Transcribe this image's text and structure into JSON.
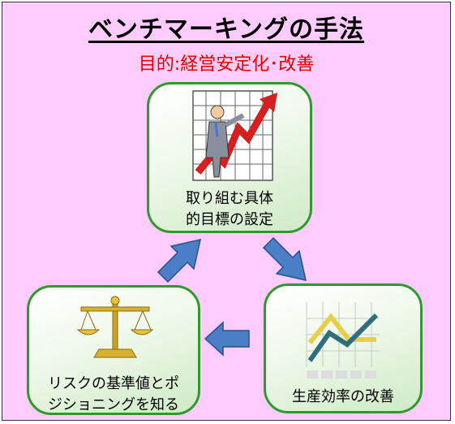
{
  "title": "ベンチマーキングの手法",
  "subtitle": "目的:経営安定化･改善",
  "cards": [
    {
      "label": "取り組む具体\n的目標の設定",
      "icon": "chart-man-icon"
    },
    {
      "label": "リスクの基準値とポ\nジショニングを知る",
      "icon": "balance-scale-icon"
    },
    {
      "label": "生産効率の改善",
      "icon": "line-chart-icon"
    }
  ],
  "colors": {
    "background": "#ffccff",
    "card_border": "#2e9a2e",
    "subtitle": "#e00000",
    "arrow_fill": "#4a7ec6"
  }
}
